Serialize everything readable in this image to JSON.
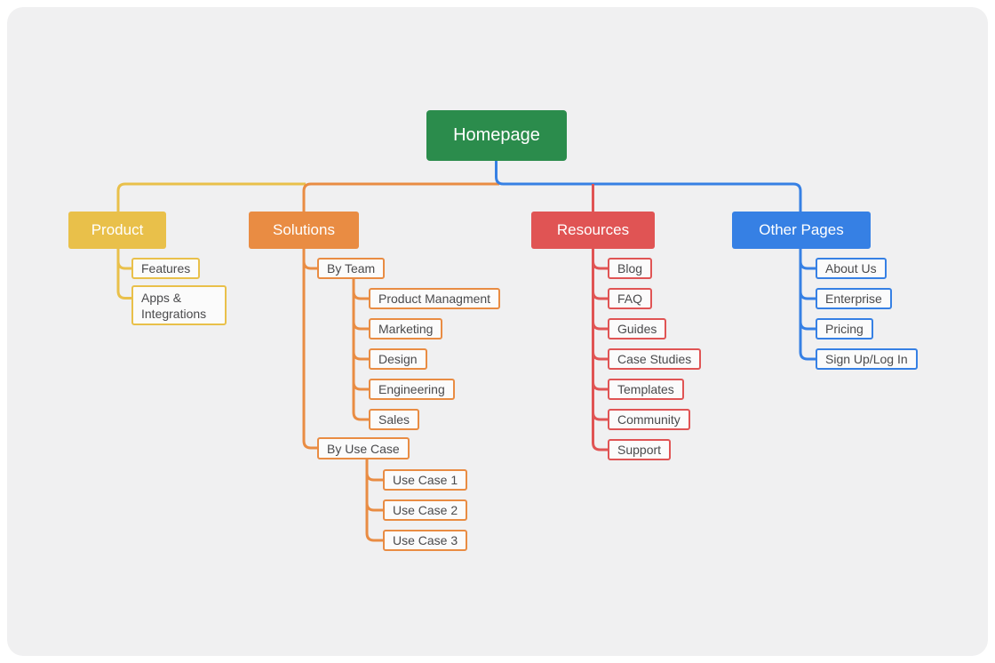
{
  "colors": {
    "page_bg": "#ffffff",
    "panel_bg": "#f0f0f1",
    "homepage": "#2b8c4c",
    "product": "#e9c04a",
    "solutions": "#e98c43",
    "resources": "#e05454",
    "other_pages": "#3680e4",
    "child_bg": "#fbfbfb",
    "child_text": "#4a4a4c",
    "node_text": "#ffffff"
  },
  "root": {
    "label": "Homepage"
  },
  "branches": [
    {
      "label": "Product",
      "children": [
        {
          "label": "Features"
        },
        {
          "label": "Apps & Integrations"
        }
      ]
    },
    {
      "label": "Solutions",
      "children": [
        {
          "label": "By Team",
          "children": [
            {
              "label": "Product Managment"
            },
            {
              "label": "Marketing"
            },
            {
              "label": "Design"
            },
            {
              "label": "Engineering"
            },
            {
              "label": "Sales"
            }
          ]
        },
        {
          "label": "By Use Case",
          "children": [
            {
              "label": "Use Case 1"
            },
            {
              "label": "Use Case 2"
            },
            {
              "label": "Use Case 3"
            }
          ]
        }
      ]
    },
    {
      "label": "Resources",
      "children": [
        {
          "label": "Blog"
        },
        {
          "label": "FAQ"
        },
        {
          "label": "Guides"
        },
        {
          "label": "Case Studies"
        },
        {
          "label": "Templates"
        },
        {
          "label": "Community"
        },
        {
          "label": "Support"
        }
      ]
    },
    {
      "label": "Other Pages",
      "children": [
        {
          "label": "About Us"
        },
        {
          "label": "Enterprise"
        },
        {
          "label": "Pricing"
        },
        {
          "label": "Sign Up/Log In"
        }
      ]
    }
  ]
}
